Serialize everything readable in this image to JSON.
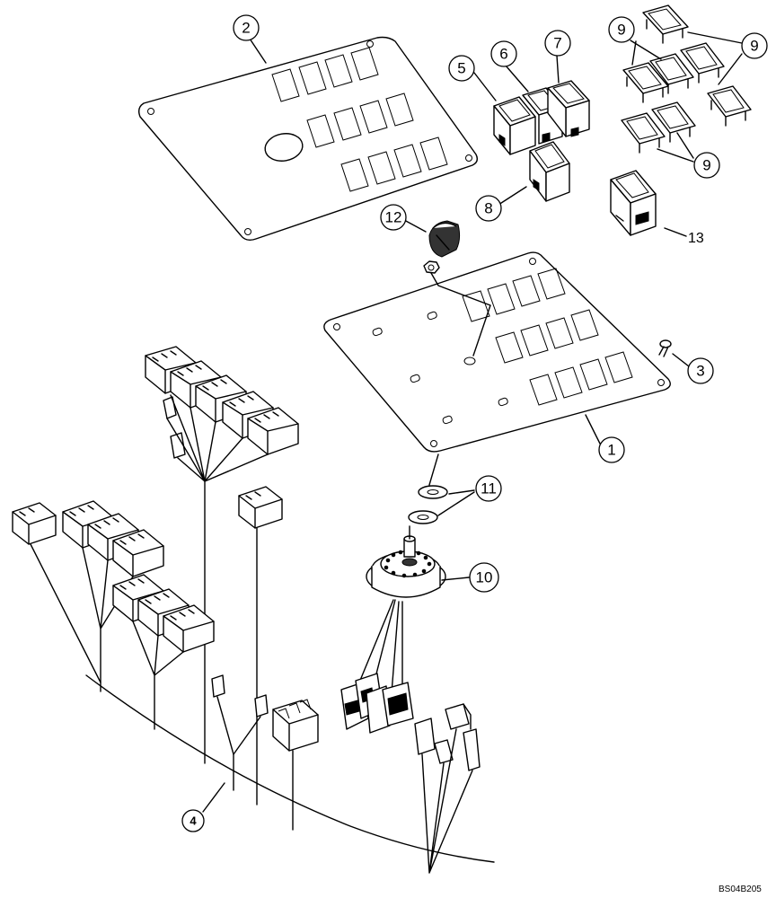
{
  "drawing_ref": "BS04B205",
  "callouts": [
    {
      "id": "c1",
      "text": "1"
    },
    {
      "id": "c2",
      "text": "2"
    },
    {
      "id": "c3",
      "text": "3"
    },
    {
      "id": "c4",
      "text": "4"
    },
    {
      "id": "c5",
      "text": "5"
    },
    {
      "id": "c6",
      "text": "6"
    },
    {
      "id": "c7",
      "text": "7"
    },
    {
      "id": "c8",
      "text": "8"
    },
    {
      "id": "c9a",
      "text": "9"
    },
    {
      "id": "c9b",
      "text": "9"
    },
    {
      "id": "c9c",
      "text": "9"
    },
    {
      "id": "c10",
      "text": "10"
    },
    {
      "id": "c11",
      "text": "11"
    },
    {
      "id": "c12",
      "text": "12"
    }
  ],
  "labels": {
    "part_13": "13"
  }
}
